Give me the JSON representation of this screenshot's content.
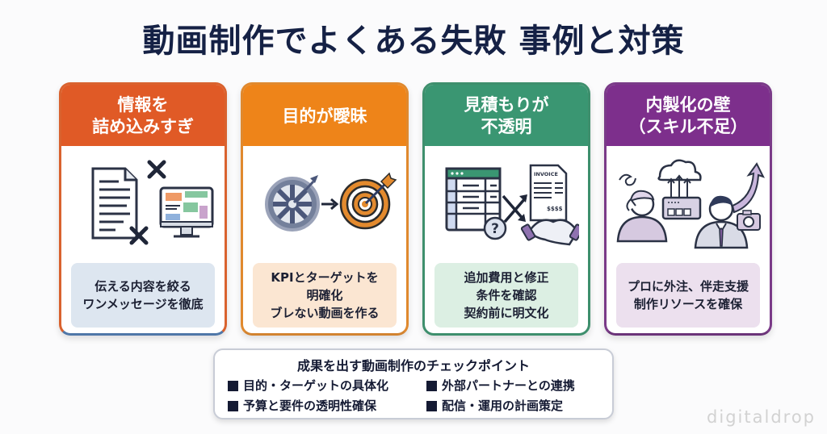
{
  "title": "動画制作でよくある失敗 事例と対策",
  "cards": [
    {
      "heading": "情報を\n詰め込みすぎ",
      "illustration": "document-and-monitor-crossed-out",
      "solution": "伝える内容を絞る\nワンメッセージを徹底",
      "header_color": "#e05a26",
      "border_color": "#d9622e",
      "bottom_border_color": "#4f77a8",
      "box_color": "#dde6f0"
    },
    {
      "heading": "目的が曖昧",
      "illustration": "dartboard-to-target",
      "solution": "KPIとターゲットを\n明確化\nブレない動画を作る",
      "header_color": "#ee8419",
      "border_color": "#e0892e",
      "bottom_border_color": "#d28330",
      "box_color": "#fbe6d2"
    },
    {
      "heading": "見積もりが\n不透明",
      "illustration": "spreadsheet-invoice-handshake",
      "solution": "追加費用と修正\n条件を確認\n契約前に明文化",
      "header_color": "#3a9672",
      "border_color": "#3e8f6d",
      "bottom_border_color": "#3e8f6d",
      "box_color": "#dcefe3"
    },
    {
      "heading": "内製化の壁\n（スキル不足）",
      "illustration": "worried-person-and-professional",
      "solution": "プロに外注、伴走支援\n制作リソースを確保",
      "header_color": "#7d2f8c",
      "border_color": "#7a3a88",
      "bottom_border_color": "#6b3479",
      "box_color": "#ece0ee"
    }
  ],
  "checkpoint": {
    "title": "成果を出す動画制作のチェックポイント",
    "items": [
      "目的・ターゲットの具体化",
      "外部パートナーとの連携",
      "予算と要件の透明性確保",
      "配信・運用の計画策定"
    ]
  },
  "watermark": "digitaldrop"
}
